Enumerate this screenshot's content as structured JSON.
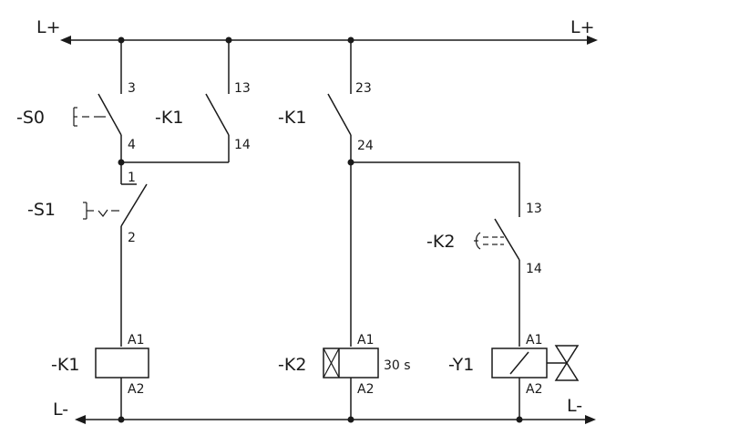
{
  "rails": {
    "top_left": "L+",
    "top_right": "L+",
    "bottom_left": "L-",
    "bottom_right": "L-"
  },
  "components": {
    "s0": {
      "label": "-S0",
      "pin_in": "3",
      "pin_out": "4"
    },
    "k1_hold": {
      "label": "-K1",
      "pin_in": "13",
      "pin_out": "14"
    },
    "s1": {
      "label": "-S1",
      "pin_in": "1",
      "pin_out": "2"
    },
    "k1_contact": {
      "label": "-K1",
      "pin_in": "23",
      "pin_out": "24"
    },
    "k2_contact": {
      "label": "-K2",
      "pin_in": "13",
      "pin_out": "14"
    },
    "k1_coil": {
      "label": "-K1",
      "pin_a1": "A1",
      "pin_a2": "A2"
    },
    "k2_coil": {
      "label": "-K2",
      "pin_a1": "A1",
      "pin_a2": "A2",
      "delay": "30 s"
    },
    "y1_coil": {
      "label": "-Y1",
      "pin_a1": "A1",
      "pin_a2": "A2"
    }
  }
}
